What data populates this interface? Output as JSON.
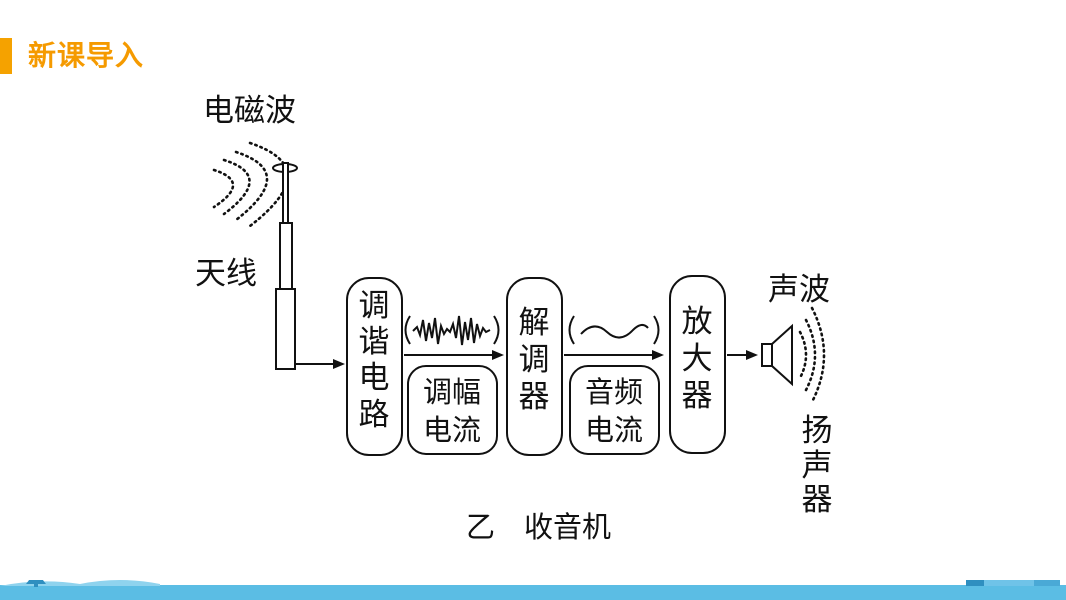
{
  "header": {
    "title": "新课导入"
  },
  "colors": {
    "accent": "#f5a200",
    "title": "#f59a00",
    "footer": "#5bbde4",
    "ink": "#111111"
  },
  "diagram": {
    "em_wave_label": "电磁波",
    "antenna_label": "天线",
    "tuning_circuit": [
      "调",
      "谐",
      "电",
      "路"
    ],
    "am_current": [
      "调幅",
      "电流"
    ],
    "demodulator": [
      "解",
      "调",
      "器"
    ],
    "audio_current": [
      "音频",
      "电流"
    ],
    "amplifier": [
      "放",
      "大",
      "器"
    ],
    "sound_wave_label": "声波",
    "speaker": [
      "扬",
      "声",
      "器"
    ],
    "caption": "乙　收音机"
  },
  "footer": {
    "icons": [
      "tree-icon",
      "building-icon"
    ]
  }
}
